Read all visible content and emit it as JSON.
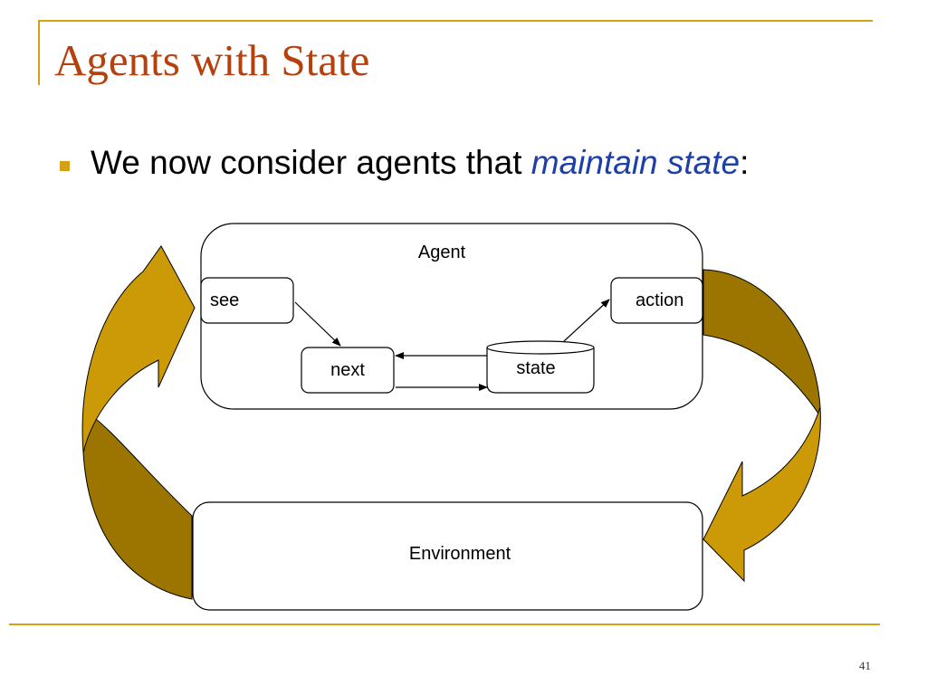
{
  "slide": {
    "title": "Agents with State",
    "bullet": {
      "prefix": "We now consider agents that ",
      "emphasis": "maintain state",
      "suffix": ":"
    },
    "page_number": "41"
  },
  "diagram": {
    "agent_label": "Agent",
    "environment_label": "Environment",
    "nodes": {
      "see": "see",
      "next": "next",
      "state": "state",
      "action": "action"
    }
  },
  "colors": {
    "accent": "#D4A017",
    "title": "#B5410E",
    "emphasis": "#1F3FA8",
    "arrow_light": "#CC9A06",
    "arrow_dark": "#9B7500"
  }
}
